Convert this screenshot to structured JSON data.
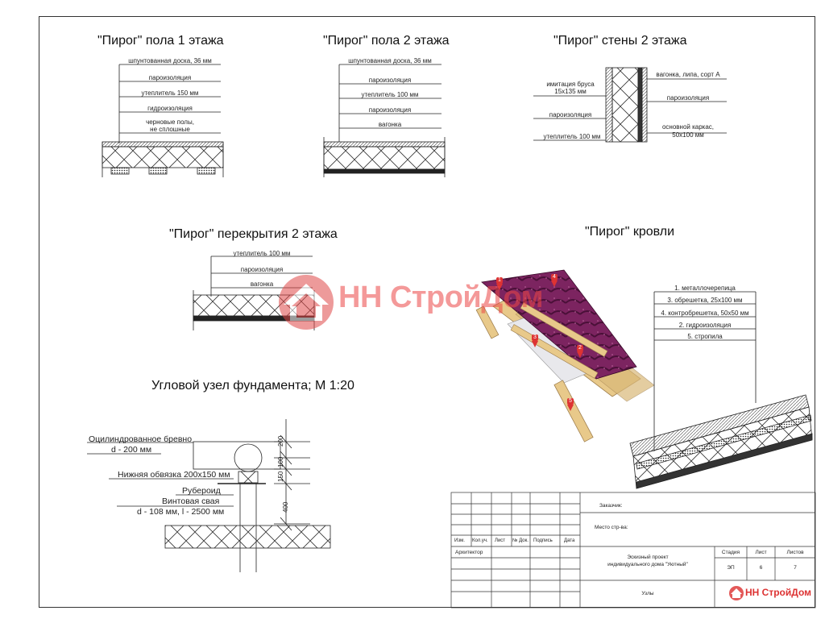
{
  "titles": {
    "floor1": "\"Пирог\" пола 1 этажа",
    "floor2": "\"Пирог\" пола 2 этажа",
    "wall2": "\"Пирог\" стены 2 этажа",
    "ceiling2": "\"Пирог\" перекрытия 2 этажа",
    "roof": "\"Пирог\" кровли",
    "foundation": "Угловой узел фундамента; М 1:20"
  },
  "floor1_layers": [
    "шпунтованная доска, 36 мм",
    "пароизоляция",
    "утеплитель 150 мм",
    "гидроизоляция",
    "черновые полы,",
    "не сплошные"
  ],
  "floor2_layers": [
    "шпунтованная доска, 36 мм",
    "пароизоляция",
    "утеплитель 100 мм",
    "пароизоляция",
    "вагонка"
  ],
  "wall2_left": [
    "имитация бруса",
    "15х135 мм",
    "пароизоляция",
    "утеплитель 100 мм"
  ],
  "wall2_right": [
    "вагонка, липа, сорт А",
    "пароизоляция",
    "основной каркас,",
    "50х100 мм"
  ],
  "ceiling2_layers": [
    "утеплитель 100 мм",
    "пароизоляция",
    "вагонка"
  ],
  "roof_layers": [
    "1. металлочерепица",
    "3. обрешетка, 25х100 мм",
    "4. контробрешетка, 50х50 мм",
    "2. гидроизоляция",
    "5. стропила"
  ],
  "roof_markers": [
    "1",
    "2",
    "3",
    "4",
    "5"
  ],
  "foundation": {
    "log": "Оцилиндрованное бревно",
    "log_d": "d - 200 мм",
    "beam": "Нижняя обвязка 200х150 мм",
    "ruberoid": "Рубероид",
    "pile": "Винтовая свая",
    "pile_d": "d - 108 мм, l - 2500 мм",
    "dim_top": "200",
    "dim_mid": "100",
    "dim_low": "150",
    "dim_400": "400"
  },
  "watermark": "НН СтройДом",
  "title_block": {
    "customer": "Заказчик:",
    "site": "Место стр-ва:",
    "cols": [
      "Изм.",
      "Кол.уч.",
      "Лист",
      "№ Док.",
      "Подпись",
      "Дата"
    ],
    "architect": "Архитектор",
    "project_line1": "Эскизный проект",
    "project_line2": "индивидуального дома \"Уютный\"",
    "stage_h": "Стадия",
    "sheet_h": "Лист",
    "sheets_h": "Листов",
    "stage": "ЭП",
    "sheet": "6",
    "sheets": "7",
    "drawing": "Узлы",
    "logo": "НН СтройДом"
  },
  "colors": {
    "accent": "#e04848",
    "roof": "#8a2a6a",
    "wood": "#e8c98a"
  }
}
